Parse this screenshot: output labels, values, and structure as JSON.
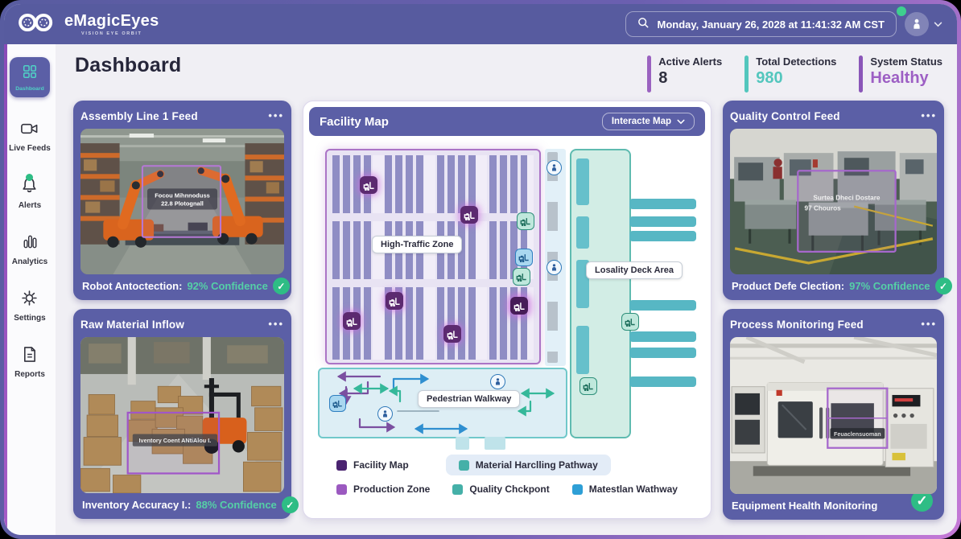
{
  "app": {
    "brand": "eMagicEyes",
    "tagline": "VISION EYE ORBIT",
    "datetime": "Monday, January 26, 2028 at 11:41:32 AM CST"
  },
  "sidebar": {
    "items": [
      {
        "label": "Dashboard"
      },
      {
        "label": "Live Feeds"
      },
      {
        "label": "Alerts"
      },
      {
        "label": "Analytics"
      },
      {
        "label": "Settings"
      },
      {
        "label": "Reports"
      }
    ]
  },
  "header": {
    "title": "Dashboard",
    "stats": [
      {
        "label": "Active Alerts",
        "value": "8",
        "color": "#9a62c0",
        "value_color": "#2f2f3e"
      },
      {
        "label": "Total Detections",
        "value": "980",
        "color": "#53c6bd",
        "value_color": "#53c6bd"
      },
      {
        "label": "System Status",
        "value": "Healthy",
        "color": "#8a56b8",
        "value_color": "#9d5fc4"
      }
    ]
  },
  "feeds": {
    "assembly": {
      "title": "Assembly Line 1 Feed",
      "menu": "•••",
      "det_line1": "Focou Mihnnoduss",
      "det_line2": "22.8 Plotognall",
      "caption": "Robot Antoctection:",
      "confidence": "92% Confidence"
    },
    "raw": {
      "title": "Raw Material Inflow",
      "menu": "•••",
      "det_line1": "Iventory Coent ANtiAlou I.",
      "caption": "Inventory Accuracy I.:",
      "confidence": "88% Confidence"
    },
    "quality": {
      "title": "Quality Control Feed",
      "menu": "•••",
      "det_line1": "Surtea Dheci Dostare",
      "det_line2": "97 Chouros",
      "caption": "Product Defe Clection:",
      "confidence": "97% Confidence"
    },
    "process": {
      "title": "Process Monitoring Feed",
      "menu": "•••",
      "det_line1": "Feuaclensuoman",
      "caption": "Equipment Health Monitoring"
    }
  },
  "map": {
    "title": "Facility Map",
    "button": "Interacte Map",
    "labels": {
      "high_traffic": "High-Traffic Zone",
      "dock": "Losality Deck Area",
      "walkway": "Pedestrian Walkway"
    },
    "legend_row1": [
      {
        "label": "Facility Map",
        "color": "#4a2370"
      },
      {
        "label": "Material Harclling Pathway",
        "color": "#45b0a8"
      }
    ],
    "legend_row2": [
      {
        "label": "Production Zone",
        "color": "#9b59c0"
      },
      {
        "label": "Quality Chckpont",
        "color": "#45b0a8"
      },
      {
        "label": "Matestlan Wathway",
        "color": "#2e9fd6"
      }
    ]
  }
}
